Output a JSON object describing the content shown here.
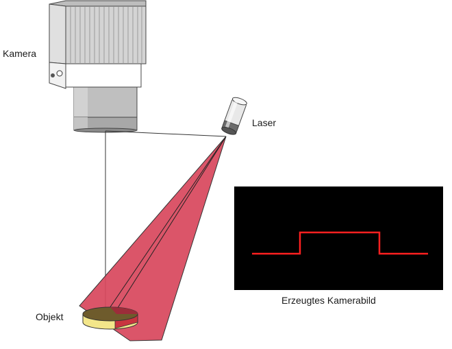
{
  "labels": {
    "camera": "Kamera",
    "laser": "Laser",
    "object": "Objekt",
    "camera_image": "Erzeugtes Kamerabild"
  },
  "colors": {
    "laser_fan": "#d8475c",
    "laser_line": "#ff2020",
    "object_top": "#e6e07a",
    "object_side": "#f3e68a",
    "camera_body": "#d9d9d9",
    "screen": "#000000"
  },
  "icons": [
    "camera-icon",
    "laser-icon",
    "object-icon"
  ]
}
